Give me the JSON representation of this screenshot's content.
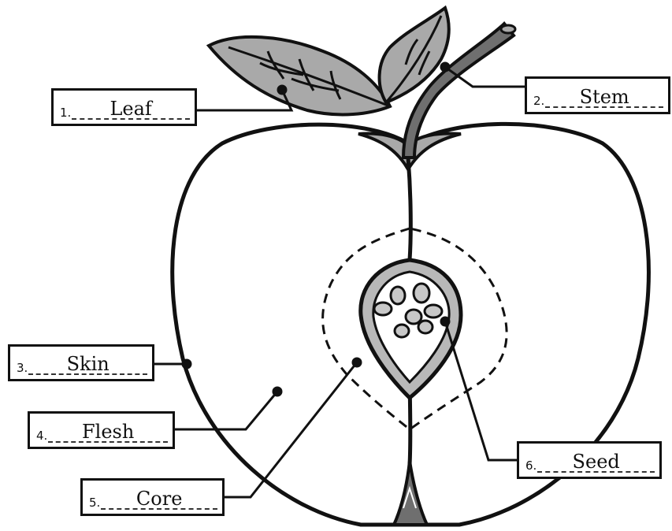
{
  "labels": [
    {
      "number": "1.",
      "answer": "Leaf"
    },
    {
      "number": "2.",
      "answer": "Stem"
    },
    {
      "number": "3.",
      "answer": "Skin"
    },
    {
      "number": "4.",
      "answer": "Flesh"
    },
    {
      "number": "5.",
      "answer": "Core"
    },
    {
      "number": "6.",
      "answer": "Seed"
    }
  ],
  "colors": {
    "outline": "#111111",
    "leaf_fill": "#a9a9a9",
    "stem_fill": "#6f6f6f",
    "core_fill": "#b8b8b8",
    "seed_fill": "#c8c8c8"
  },
  "icons": [
    "apple-cross-section-drawing"
  ]
}
